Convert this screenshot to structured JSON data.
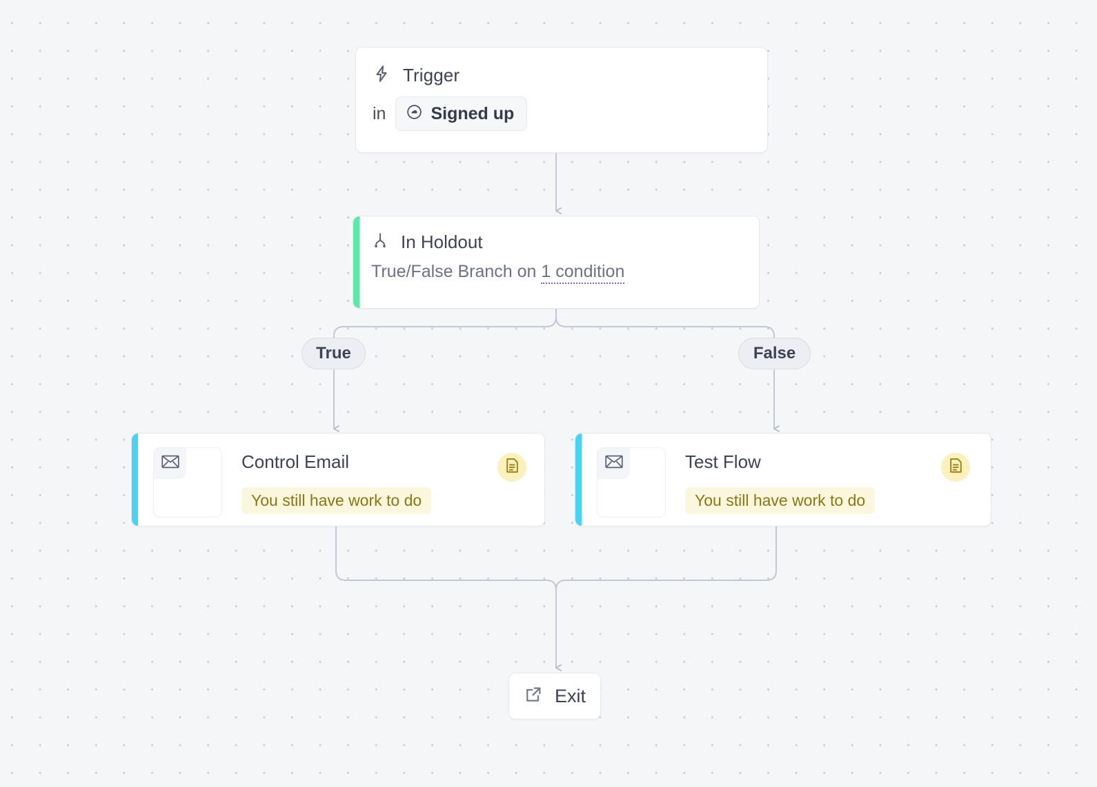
{
  "canvas": {
    "background_color": "#f5f6f8",
    "dot_color": "#cbcfda"
  },
  "nodes": {
    "trigger": {
      "icon": "lightning-bolt-icon",
      "title": "Trigger",
      "in_label": "in",
      "chip": {
        "icon": "cloud-circle-icon",
        "label": "Signed up"
      }
    },
    "holdout": {
      "icon": "branch-split-icon",
      "title": "In Holdout",
      "description_prefix": "True/False Branch on ",
      "condition_link": "1 condition",
      "accent_color": "#5ee9a8"
    },
    "branches": {
      "true_label": "True",
      "false_label": "False"
    },
    "control_email": {
      "icon": "envelope-icon",
      "title": "Control Email",
      "status": "You still have work to do",
      "badge_icon": "document-icon",
      "accent_color": "#49d2f2"
    },
    "test_flow": {
      "icon": "envelope-icon",
      "title": "Test Flow",
      "status": "You still have work to do",
      "badge_icon": "document-icon",
      "accent_color": "#49d2f2"
    },
    "exit": {
      "icon": "external-link-icon",
      "title": "Exit"
    }
  }
}
